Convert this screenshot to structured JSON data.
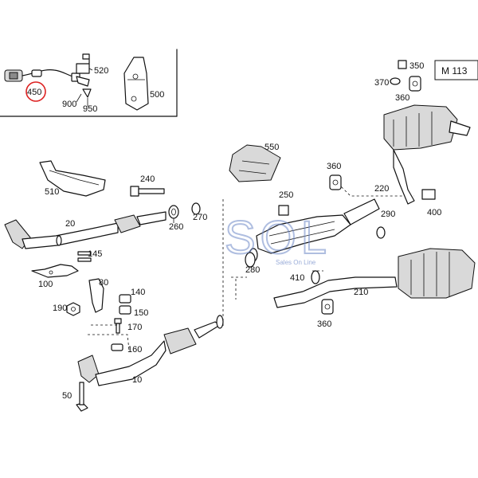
{
  "diagram": {
    "model_code": "M 113",
    "highlighted_part": "450",
    "watermark": "SOL",
    "watermark_sub": "Sales On Line",
    "part_numbers": {
      "p10": "10",
      "p20": "20",
      "p50": "50",
      "p80": "80",
      "p100": "100",
      "p140": "140",
      "p145": "145",
      "p150": "150",
      "p160": "160",
      "p170": "170",
      "p190": "190",
      "p210": "210",
      "p220": "220",
      "p240": "240",
      "p250": "250",
      "p260": "260",
      "p270": "270",
      "p280": "280",
      "p290": "290",
      "p350": "350",
      "p360a": "360",
      "p360b": "360",
      "p360c": "360",
      "p370": "370",
      "p400": "400",
      "p410": "410",
      "p450": "450",
      "p500": "500",
      "p510": "510",
      "p520": "520",
      "p550": "550",
      "p900": "900",
      "p950": "950"
    }
  }
}
